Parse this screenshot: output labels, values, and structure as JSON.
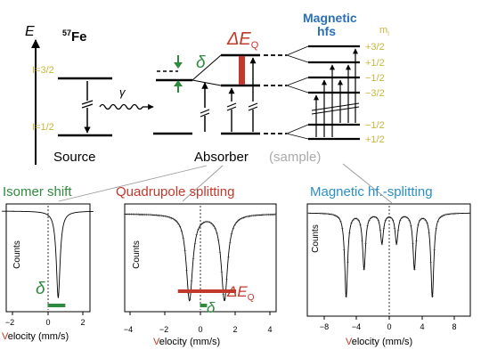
{
  "energy_diagram": {
    "energy_axis_label": "E",
    "isotope_mass": "57",
    "isotope_symbol": "Fe",
    "source_excited_label": "I=3/2",
    "source_ground_label": "I=1/2",
    "gamma_symbol": "γ",
    "source_label": "Source",
    "isomer_shift_symbol": "δ",
    "quadrupole_symbol": "ΔE",
    "quadrupole_subscript": "Q",
    "absorber_label": "Absorber",
    "sample_label": "(sample)",
    "magnetic_title_line1": "Magnetic",
    "magnetic_title_line2": "hfs",
    "mi_label": "m",
    "mi_subscript": "I",
    "mi_excited": [
      "+3/2",
      "+1/2",
      "−1/2",
      "−3/2"
    ],
    "mi_ground": [
      "−1/2",
      "+1/2"
    ]
  },
  "panels": [
    {
      "title": "Isomer shift",
      "title_color": "#2e8b3e",
      "ylabel": "Counts",
      "xlabel_first": "V",
      "xlabel_rest": "elocity (mm/s)",
      "xticks": [
        "−2",
        "0",
        "2"
      ],
      "annotation": "δ",
      "chart_data": {
        "type": "line",
        "xlim": [
          -2.6,
          2.6
        ],
        "lines": [
          {
            "center": 0.6,
            "depth": 0.9,
            "width": 0.13
          }
        ],
        "shift_marker": [
          0.0,
          1.0
        ]
      }
    },
    {
      "title": "Quadrupole splitting",
      "title_color": "#c0392b",
      "ylabel": "Counts",
      "xlabel_first": "V",
      "xlabel_rest": "elocity (mm/s)",
      "xticks": [
        "−4",
        "−2",
        "0",
        "2",
        "4"
      ],
      "annotation_split_main": "ΔE",
      "annotation_split_sub": "Q",
      "annotation_shift": "δ",
      "chart_data": {
        "type": "line",
        "xlim": [
          -4.3,
          4.3
        ],
        "lines": [
          {
            "center": -0.6,
            "depth": 0.92,
            "width": 0.22
          },
          {
            "center": 1.4,
            "depth": 0.92,
            "width": 0.22
          }
        ],
        "split_marker": [
          -0.6,
          1.4
        ],
        "shift_marker": [
          0.0,
          0.4
        ]
      }
    },
    {
      "title": "Magnetic hf.-splitting",
      "title_color": "#2a8fc7",
      "ylabel": "Counts",
      "xlabel_first": "V",
      "xlabel_rest": "elocity (mm/s)",
      "xticks": [
        "−8",
        "−4",
        "0",
        "4",
        "8"
      ],
      "chart_data": {
        "type": "line",
        "xlim": [
          -10,
          10
        ],
        "lines": [
          {
            "center": -5.3,
            "depth": 0.85,
            "width": 0.22
          },
          {
            "center": -3.1,
            "depth": 0.56,
            "width": 0.22
          },
          {
            "center": -0.9,
            "depth": 0.3,
            "width": 0.22
          },
          {
            "center": 0.9,
            "depth": 0.3,
            "width": 0.22
          },
          {
            "center": 3.1,
            "depth": 0.56,
            "width": 0.22
          },
          {
            "center": 5.3,
            "depth": 0.85,
            "width": 0.22
          }
        ]
      }
    }
  ]
}
